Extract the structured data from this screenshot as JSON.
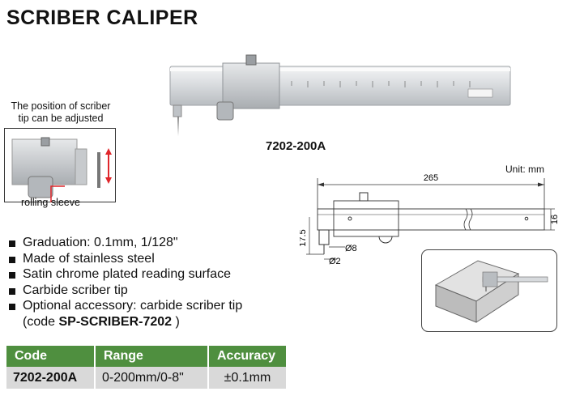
{
  "title": "SCRIBER CALIPER",
  "model_number": "7202-200A",
  "callouts": {
    "top_line1": "The position of scriber",
    "top_line2": "tip can be adjusted",
    "bottom": "rolling sleeve"
  },
  "drawing": {
    "unit_note": "Unit: mm",
    "dim_length": "265",
    "dim_height": "16",
    "dim_tip": "17.5",
    "dim_sleeve": "Ø8",
    "dim_scriber": "Ø2"
  },
  "features": [
    "Graduation: 0.1mm, 1/128\"",
    "Made of stainless steel",
    "Satin chrome plated reading surface",
    "Carbide scriber tip",
    "Optional accessory: carbide scriber tip"
  ],
  "feature_accessory": {
    "prefix": "(code ",
    "code": "SP-SCRIBER-7202",
    "suffix": " )"
  },
  "spec_table": {
    "headers": [
      "Code",
      "Range",
      "Accuracy"
    ],
    "row": [
      "7202-200A",
      "0-200mm/0-8\"",
      "±0.1mm"
    ]
  },
  "colors": {
    "table_header": "#4f8f3f",
    "table_row": "#d9d9d9",
    "arrow_red": "#e0262b"
  }
}
